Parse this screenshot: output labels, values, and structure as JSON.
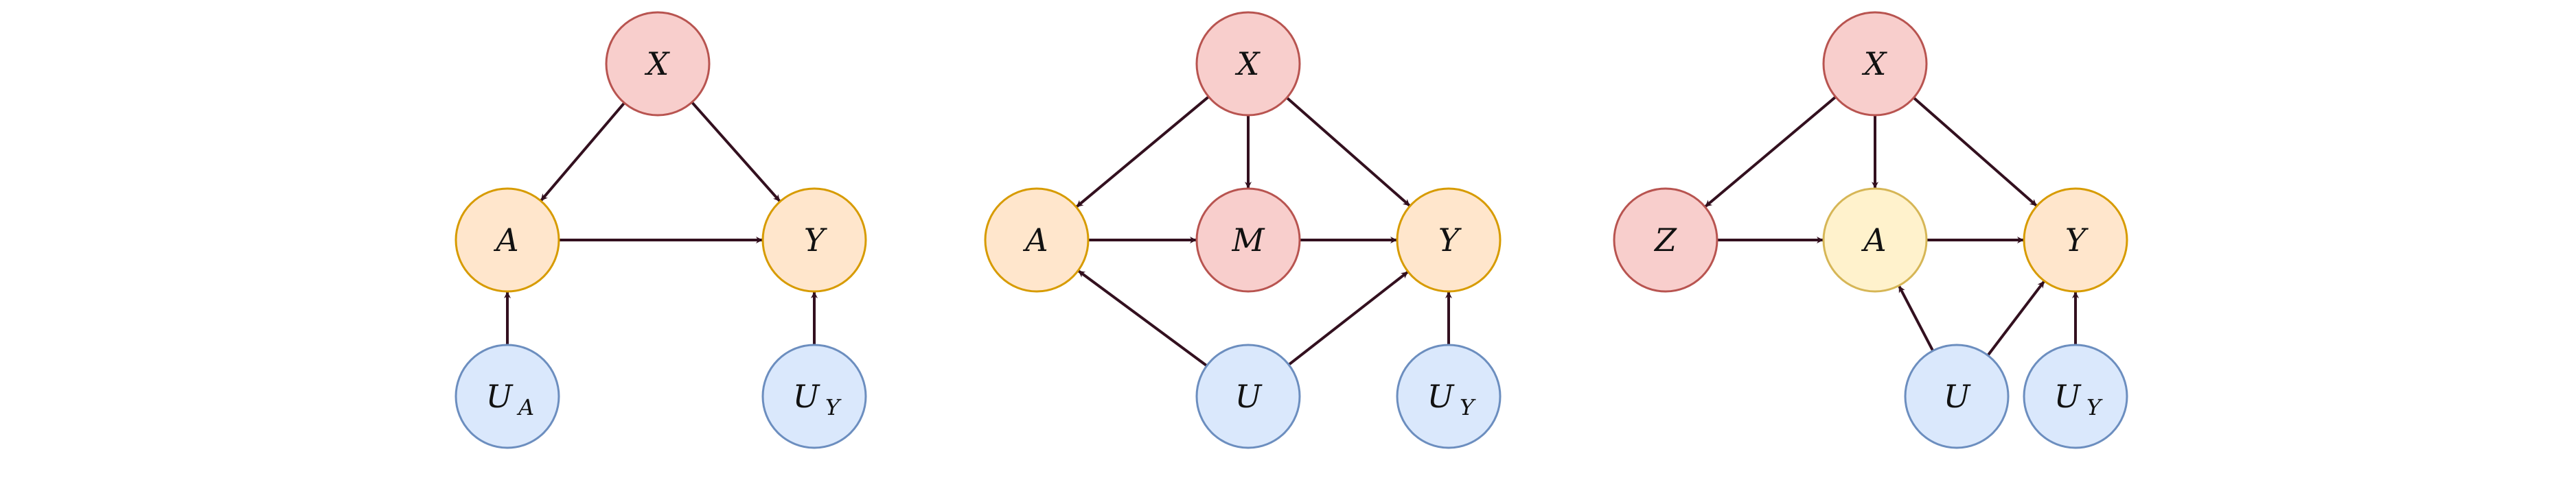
{
  "colors": {
    "edge": "#33101f",
    "red_fill": "#f8cecc",
    "red_stroke": "#b85450",
    "orange_fill": "#ffe6cc",
    "orange_stroke": "#d79b00",
    "yellow_fill": "#fff2cc",
    "yellow_stroke": "#d6b656",
    "blue_fill": "#dae8fc",
    "blue_stroke": "#6c8ebf"
  },
  "diagrams": [
    {
      "nodes": [
        {
          "id": "X",
          "label": "X",
          "sub": "",
          "color": "red"
        },
        {
          "id": "A",
          "label": "A",
          "sub": "",
          "color": "orange"
        },
        {
          "id": "Y",
          "label": "Y",
          "sub": "",
          "color": "orange"
        },
        {
          "id": "UA",
          "label": "U",
          "sub": "A",
          "color": "blue"
        },
        {
          "id": "UY",
          "label": "U",
          "sub": "Y",
          "color": "blue"
        }
      ],
      "edges": [
        [
          "X",
          "A"
        ],
        [
          "X",
          "Y"
        ],
        [
          "A",
          "Y"
        ],
        [
          "UA",
          "A"
        ],
        [
          "UY",
          "Y"
        ]
      ]
    },
    {
      "nodes": [
        {
          "id": "X",
          "label": "X",
          "sub": "",
          "color": "red"
        },
        {
          "id": "A",
          "label": "A",
          "sub": "",
          "color": "orange"
        },
        {
          "id": "M",
          "label": "M",
          "sub": "",
          "color": "red"
        },
        {
          "id": "Y",
          "label": "Y",
          "sub": "",
          "color": "orange"
        },
        {
          "id": "U",
          "label": "U",
          "sub": "",
          "color": "blue"
        },
        {
          "id": "UY",
          "label": "U",
          "sub": "Y",
          "color": "blue"
        }
      ],
      "edges": [
        [
          "X",
          "A"
        ],
        [
          "X",
          "M"
        ],
        [
          "X",
          "Y"
        ],
        [
          "A",
          "M"
        ],
        [
          "M",
          "Y"
        ],
        [
          "U",
          "A"
        ],
        [
          "U",
          "Y"
        ],
        [
          "UY",
          "Y"
        ]
      ]
    },
    {
      "nodes": [
        {
          "id": "X",
          "label": "X",
          "sub": "",
          "color": "red"
        },
        {
          "id": "Z",
          "label": "Z",
          "sub": "",
          "color": "red"
        },
        {
          "id": "A",
          "label": "A",
          "sub": "",
          "color": "yellow"
        },
        {
          "id": "Y",
          "label": "Y",
          "sub": "",
          "color": "orange"
        },
        {
          "id": "U",
          "label": "U",
          "sub": "",
          "color": "blue"
        },
        {
          "id": "UY",
          "label": "U",
          "sub": "Y",
          "color": "blue"
        }
      ],
      "edges": [
        [
          "X",
          "Z"
        ],
        [
          "X",
          "A"
        ],
        [
          "X",
          "Y"
        ],
        [
          "Z",
          "A"
        ],
        [
          "A",
          "Y"
        ],
        [
          "U",
          "A"
        ],
        [
          "U",
          "Y"
        ],
        [
          "UY",
          "Y"
        ]
      ]
    }
  ]
}
